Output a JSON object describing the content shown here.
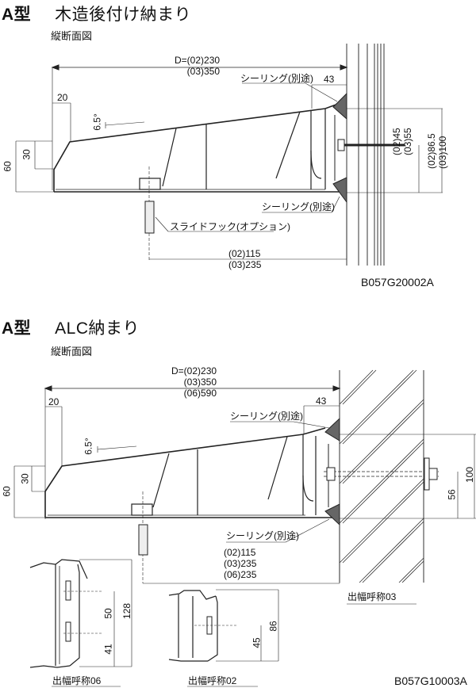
{
  "section1": {
    "title_prefix": "A型",
    "title": "木造後付け納まり",
    "caption": "縦断面図",
    "dim_D": [
      "D=(02)230",
      "(03)350"
    ],
    "dim_20": "20",
    "dim_angle": "6.5°",
    "dim_30": "30",
    "dim_60": "60",
    "dim_43": "43",
    "dim_right_inner": [
      "(02)45",
      "(03)55"
    ],
    "dim_right_outer": [
      "(02)86.5",
      "(03)100"
    ],
    "label_sealing_top": "シーリング(別途)",
    "label_sealing_bottom": "シーリング(別途)",
    "label_slide_hook": "スライドフック(オプション)",
    "dim_bottom": [
      "(02)115",
      "(03)235"
    ],
    "code": "B057G20002A"
  },
  "section2": {
    "title_prefix": "A型",
    "title": "ALC納まり",
    "caption": "縦断面図",
    "dim_D": [
      "D=(02)230",
      "(03)350",
      "(06)590"
    ],
    "dim_20": "20",
    "dim_angle": "6.5°",
    "dim_30": "30",
    "dim_60": "60",
    "dim_43": "43",
    "dim_56": "56",
    "dim_100": "100",
    "label_sealing_top": "シーリング(別途)",
    "label_sealing_bottom": "シーリング(別途)",
    "dim_bottom": [
      "(02)115",
      "(03)235",
      "(06)235"
    ],
    "label_width03": "出幅呼称03",
    "detail06": {
      "label": "出幅呼称06",
      "dim_50": "50",
      "dim_41": "41",
      "dim_128": "128"
    },
    "detail02": {
      "label": "出幅呼称02",
      "dim_45": "45",
      "dim_86": "86"
    },
    "code": "B057G10003A"
  }
}
